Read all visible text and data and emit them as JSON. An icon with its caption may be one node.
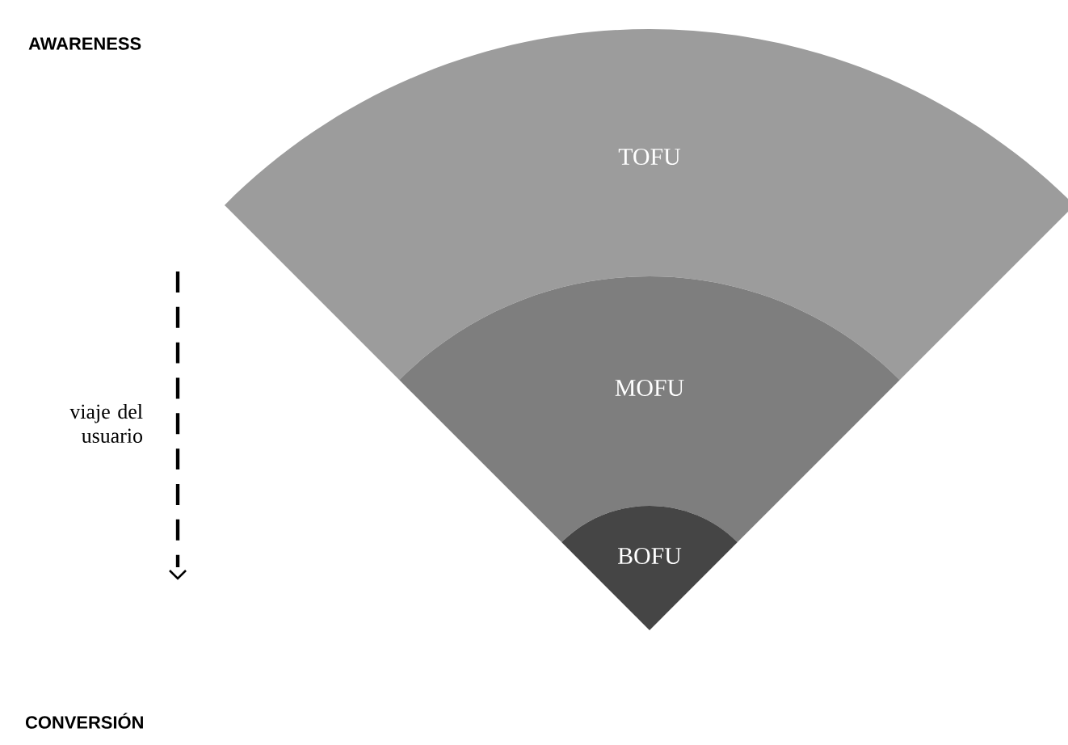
{
  "diagram": {
    "nodes": [
      {
        "text": [
          "TOFU"
        ]
      },
      {
        "text": [
          "MOFU"
        ]
      },
      {
        "text": [
          "BOFU"
        ]
      }
    ],
    "labels": [
      "AWARENESS",
      "viaje del usuario",
      "CONVERSIÓN"
    ]
  }
}
